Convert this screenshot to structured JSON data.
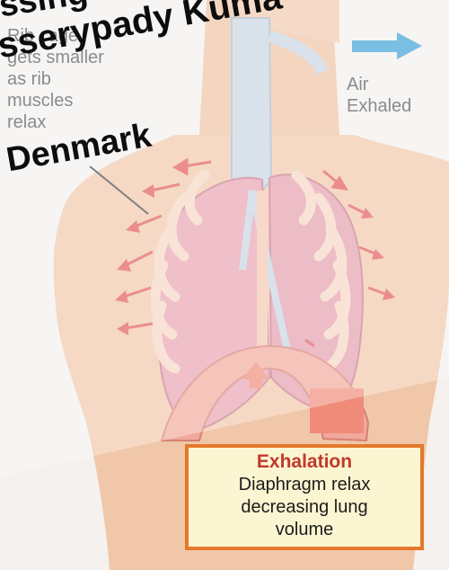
{
  "labels": {
    "rib_cage": "Rib cage\ngets smaller\nas rib\nmuscles\nrelax",
    "air": "Air\nExhaled"
  },
  "info_box": {
    "title": "Exhalation",
    "lines": [
      "Diaphragm relax",
      "decreasing lung",
      "volume"
    ]
  },
  "watermark": {
    "line1": "ssing",
    "line2": "sserypady Kuma",
    "line3": "Denmark"
  },
  "colors": {
    "skin": "#f0c7a8",
    "lung": "#e8a2b1",
    "rib": "#f7d6c4",
    "trachea": "#c7d4e0",
    "arrow_red": "#e2575a",
    "arrow_blue": "#3a9fd6",
    "box_border": "#e4792c",
    "box_fill": "#fcf5d2",
    "title_red": "#c0392b"
  }
}
